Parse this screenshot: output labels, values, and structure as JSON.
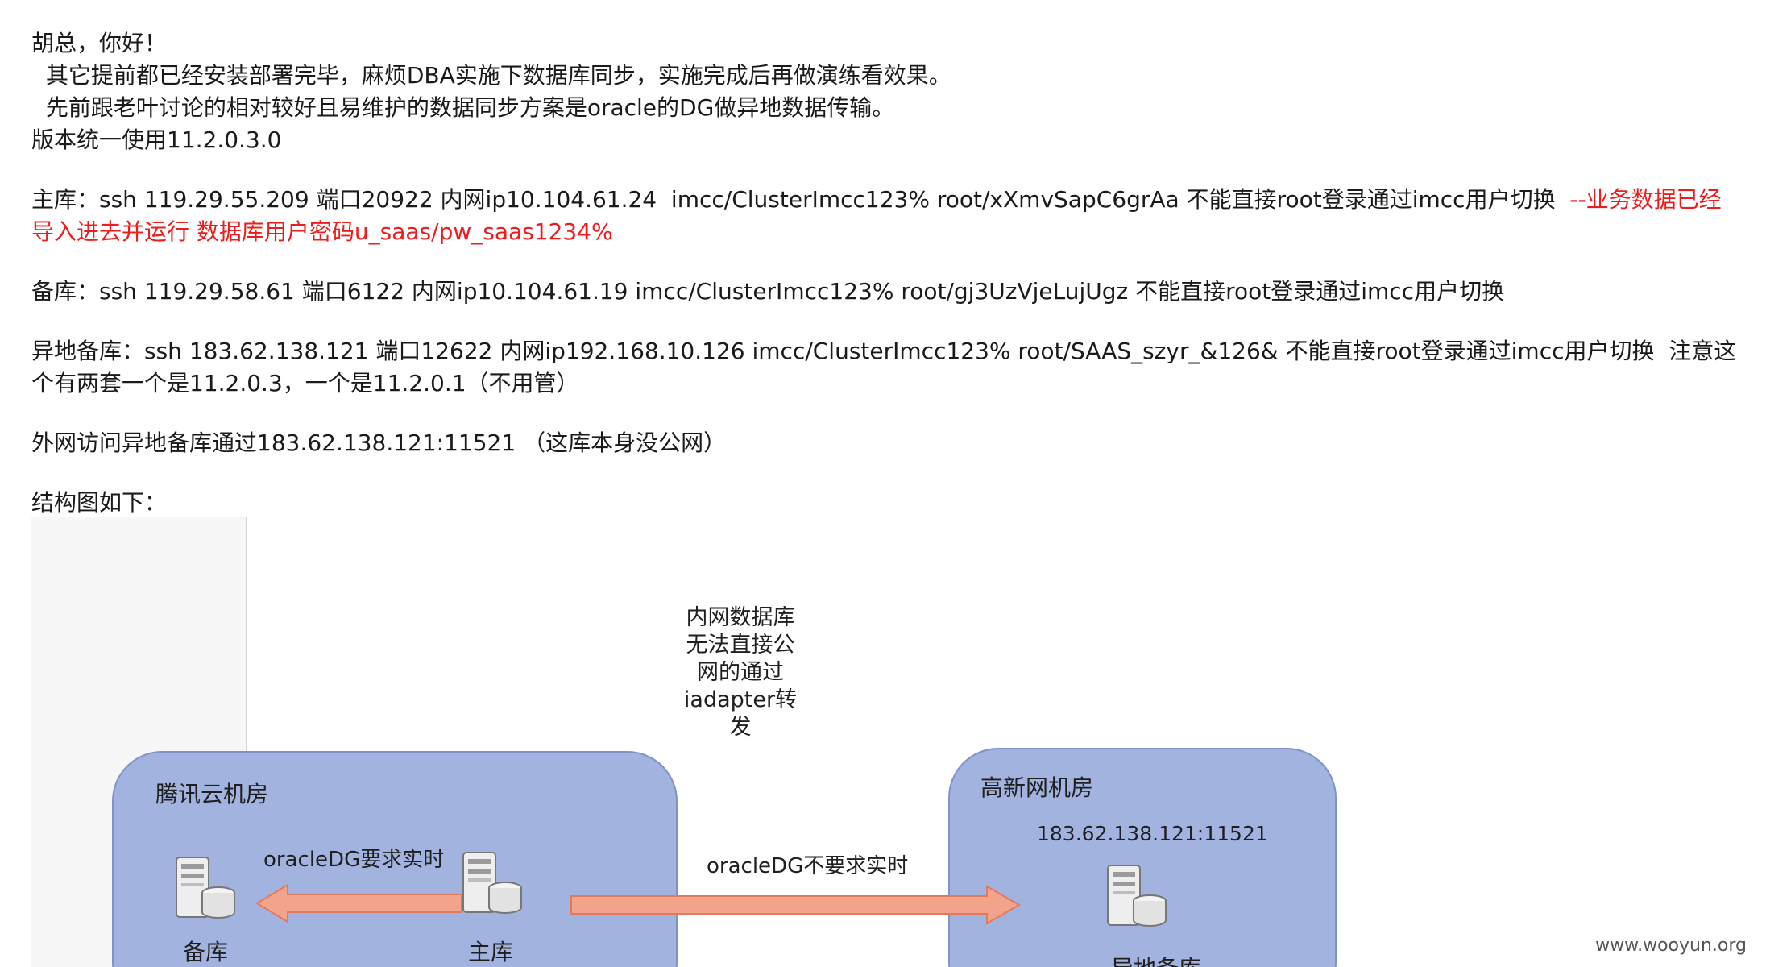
{
  "email": {
    "greeting": "胡总，你好！",
    "line1": "  其它提前都已经安装部署完毕，麻烦DBA实施下数据库同步，实施完成后再做演练看效果。",
    "line2": "  先前跟老叶讨论的相对较好且易维护的数据同步方案是oracle的DG做异地数据传输。",
    "line3": "版本统一使用11.2.0.3.0",
    "primary_db": "主库：ssh 119.29.55.209 端口20922 内网ip10.104.61.24  imcc/ClusterImcc123% root/xXmvSapC6grAa 不能直接root登录通过imcc用户切换  ",
    "primary_db_note": "--业务数据已经导入进去并运行 数据库用户密码u_saas/pw_saas1234%",
    "standby_db": "备库：ssh 119.29.58.61 端口6122 内网ip10.104.61.19 imcc/ClusterImcc123% root/gj3UzVjeLujUgz 不能直接root登录通过imcc用户切换",
    "remote_standby_db": "异地备库：ssh 183.62.138.121 端口12622 内网ip192.168.10.126 imcc/ClusterImcc123% root/SAAS_szyr_&126& 不能直接root登录通过imcc用户切换  注意这个有两套一个是11.2.0.3，一个是11.2.0.1（不用管）",
    "external_access": "外网访问异地备库通过183.62.138.121:11521 （这库本身没公网）",
    "structure_intro": "结构图如下："
  },
  "diagram": {
    "center_note": "内网数据库无法直接公网的通过iadapter转发",
    "left_room_title": "腾讯云机房",
    "right_room_title": "高新网机房",
    "realtime_label": "oracleDG要求实时",
    "non_realtime_label": "oracleDG不要求实时",
    "remote_address": "183.62.138.121:11521",
    "standby_label": "备库",
    "primary_label": "主库",
    "remote_standby_label": "异地备库",
    "colors": {
      "room_fill": "#a3b3df",
      "arrow_fill": "#f2a38c",
      "highlight_text": "#ee1c1c"
    },
    "icons": [
      "server-database-icon"
    ]
  },
  "watermark": "www.wooyun.org"
}
